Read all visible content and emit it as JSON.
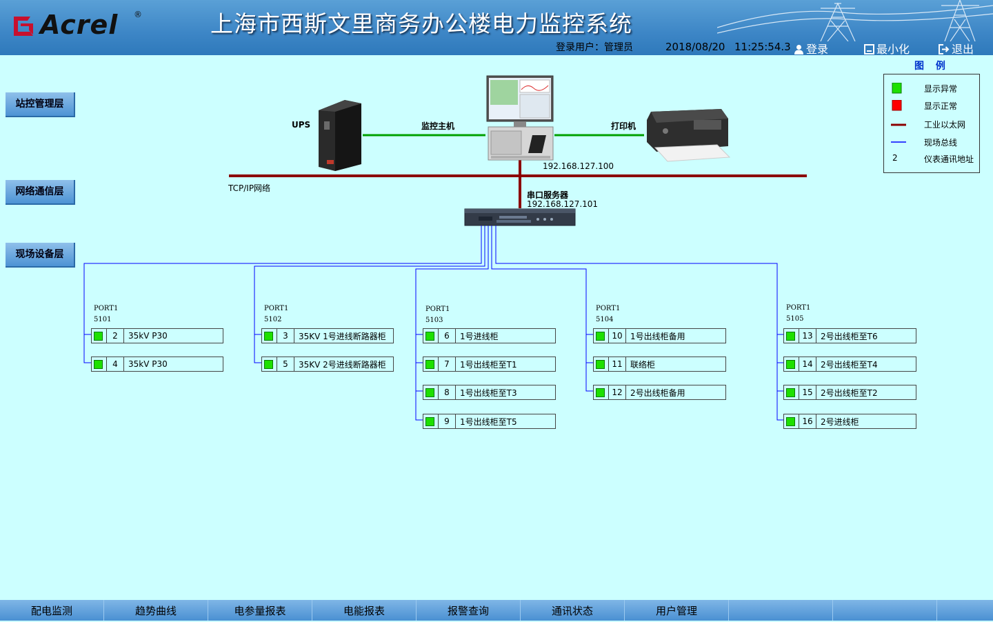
{
  "header": {
    "brand": "Acrel",
    "brand_reg": "®",
    "title": "上海市西斯文里商务办公楼电力监控系统",
    "login_user": "登录用户：管理员",
    "date": "2018/08/20",
    "time": "11:25:54.3",
    "login_btn": "登录",
    "minimize_btn": "最小化",
    "exit_btn": "退出"
  },
  "layers": {
    "station": "站控管理层",
    "network": "网络通信层",
    "field": "现场设备层"
  },
  "topology": {
    "ups": "UPS",
    "host": "监控主机",
    "printer": "打印机",
    "host_ip": "192.168.127.100",
    "network_label": "TCP/IP网络",
    "serial_server": "串口服务器",
    "serial_ip": "192.168.127.101"
  },
  "ports": [
    {
      "label": "PORT1\n5101",
      "devices": [
        {
          "addr": "2",
          "name": "35kV P30"
        },
        {
          "addr": "4",
          "name": "35kV P30"
        }
      ]
    },
    {
      "label": "PORT1\n5102",
      "devices": [
        {
          "addr": "3",
          "name": "35KV 1号进线断路器柜"
        },
        {
          "addr": "5",
          "name": "35KV 2号进线断路器柜"
        }
      ]
    },
    {
      "label": "PORT1\n5103",
      "devices": [
        {
          "addr": "6",
          "name": "1号进线柜"
        },
        {
          "addr": "7",
          "name": "1号出线柜至T1"
        },
        {
          "addr": "8",
          "name": "1号出线柜至T3"
        },
        {
          "addr": "9",
          "name": "1号出线柜至T5"
        }
      ]
    },
    {
      "label": "PORT1\n5104",
      "devices": [
        {
          "addr": "10",
          "name": "1号出线柜备用"
        },
        {
          "addr": "11",
          "name": "联络柜"
        },
        {
          "addr": "12",
          "name": "2号出线柜备用"
        }
      ]
    },
    {
      "label": "PORT1\n5105",
      "devices": [
        {
          "addr": "13",
          "name": "2号出线柜至T6"
        },
        {
          "addr": "14",
          "name": "2号出线柜至T4"
        },
        {
          "addr": "15",
          "name": "2号出线柜至T2"
        },
        {
          "addr": "16",
          "name": "2号进线柜"
        }
      ]
    }
  ],
  "legend": {
    "title": "图 例",
    "abnormal": "显示异常",
    "normal": "显示正常",
    "ethernet": "工业以太网",
    "fieldbus": "现场总线",
    "addr_sample": "2",
    "addr_desc": "仪表通讯地址",
    "colors": {
      "green": "#1ee000",
      "red": "#ff0000",
      "ethernet": "#8b0000",
      "bus": "#0000ff"
    }
  },
  "menu": [
    "配电监测",
    "趋势曲线",
    "电参量报表",
    "电能报表",
    "报警查询",
    "通讯状态",
    "用户管理",
    "",
    "",
    ""
  ]
}
